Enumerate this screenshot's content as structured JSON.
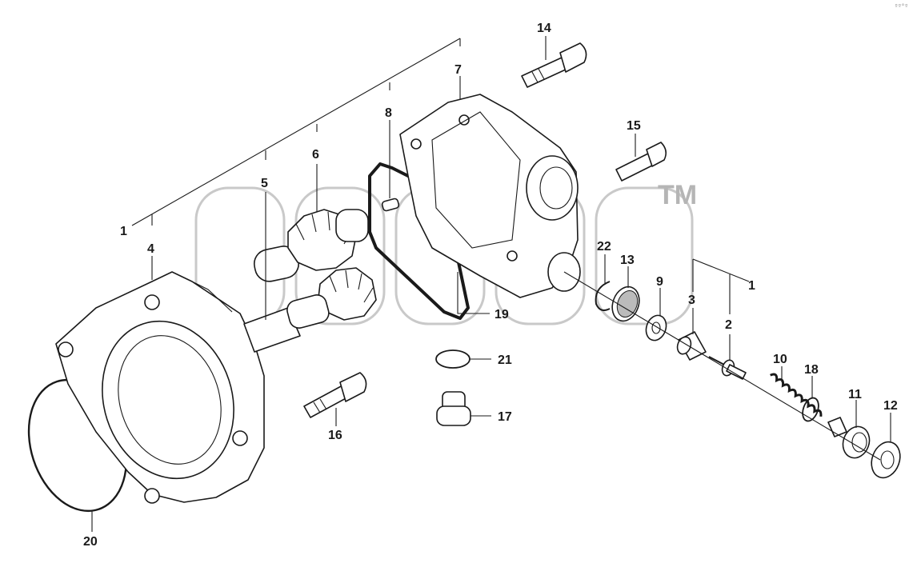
{
  "diagram": {
    "watermark_text": "TM",
    "corner_mark": "ºº°º",
    "callouts": [
      {
        "id": "c1a",
        "text": "1"
      },
      {
        "id": "c1b",
        "text": "1"
      },
      {
        "id": "c2",
        "text": "2"
      },
      {
        "id": "c3",
        "text": "3"
      },
      {
        "id": "c4",
        "text": "4"
      },
      {
        "id": "c5",
        "text": "5"
      },
      {
        "id": "c6",
        "text": "6"
      },
      {
        "id": "c7",
        "text": "7"
      },
      {
        "id": "c8",
        "text": "8"
      },
      {
        "id": "c9",
        "text": "9"
      },
      {
        "id": "c10",
        "text": "10"
      },
      {
        "id": "c11",
        "text": "11"
      },
      {
        "id": "c12",
        "text": "12"
      },
      {
        "id": "c13",
        "text": "13"
      },
      {
        "id": "c14",
        "text": "14"
      },
      {
        "id": "c15",
        "text": "15"
      },
      {
        "id": "c16",
        "text": "16"
      },
      {
        "id": "c17",
        "text": "17"
      },
      {
        "id": "c18",
        "text": "18"
      },
      {
        "id": "c19",
        "text": "19"
      },
      {
        "id": "c20",
        "text": "20"
      },
      {
        "id": "c21",
        "text": "21"
      },
      {
        "id": "c22",
        "text": "22"
      }
    ]
  }
}
